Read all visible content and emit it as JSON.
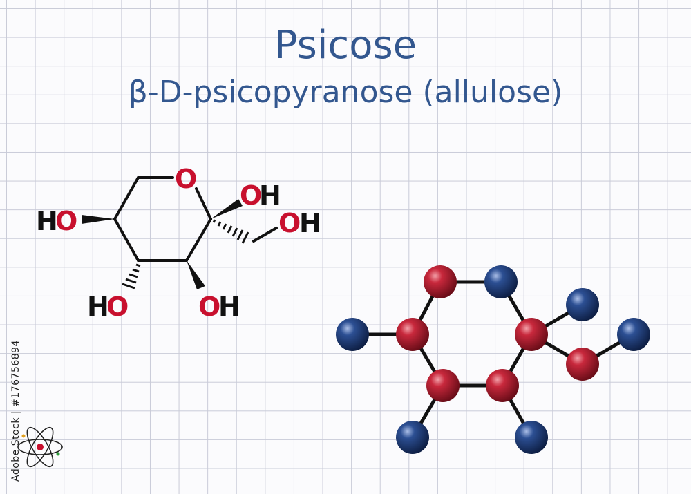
{
  "title": "Psicose",
  "subtitle": "β-D-psicopyranose (allulose)",
  "stock_id": "Adobe Stock | #176756894",
  "formula_labels": {
    "ring_oxygen": "O",
    "oh_anomeric_o": "O",
    "oh_anomeric_h": "H",
    "ch2oh_o": "O",
    "ch2oh_h": "H",
    "left_h": "H",
    "left_o": "O",
    "bottom_left_h": "H",
    "bottom_left_o": "O",
    "bottom_right_o": "O",
    "bottom_right_h": "H"
  },
  "colors": {
    "title": "#33578f",
    "bond": "#111111",
    "oxygen_label": "#c8102e",
    "hydrogen_label": "#111111",
    "carbon_atom": "#b22234",
    "oxygen_atom": "#20407a"
  },
  "icons": [
    "atom-logo-icon"
  ]
}
